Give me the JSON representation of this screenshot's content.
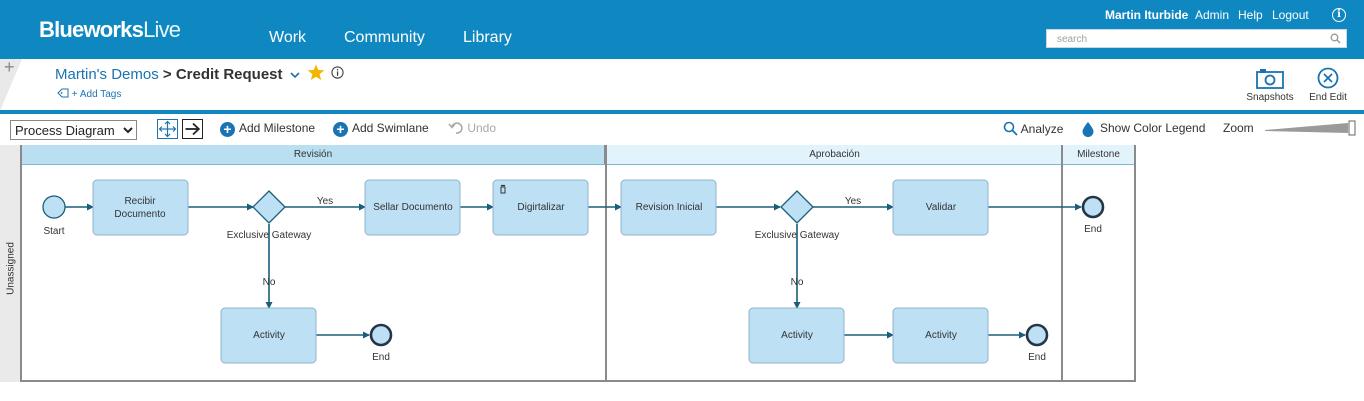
{
  "app": {
    "logo_main": "Blueworks",
    "logo_accent": "Live"
  },
  "nav": {
    "work": "Work",
    "community": "Community",
    "library": "Library"
  },
  "user": {
    "name": "Martin Iturbide",
    "admin": "Admin",
    "help": "Help",
    "logout": "Logout",
    "info_glyph": "i"
  },
  "search": {
    "placeholder": "search"
  },
  "title": {
    "plus_glyph": "+",
    "breadcrumb_parent": "Martin's Demos",
    "separator": ">",
    "process_name": "Credit Request",
    "add_tags": "+ Add Tags"
  },
  "actions": {
    "snapshots": "Snapshots",
    "end_edit": "End Edit"
  },
  "toolbar": {
    "diagram_type": "Process Diagram",
    "add_milestone": "Add Milestone",
    "add_swimlane": "Add Swimlane",
    "undo": "Undo",
    "analyze": "Analyze",
    "color_legend": "Show Color Legend",
    "zoom": "Zoom"
  },
  "colors": {
    "brand_blue": "#0f88c2",
    "link_blue": "#1a73b2",
    "activity_fill": "#bde0f5",
    "flow_line": "#1a5e7a",
    "star_yellow": "#f5b400"
  },
  "diagram": {
    "swimlane": "Unassigned",
    "milestones": [
      "Revisión",
      "Aprobación",
      "Milestone"
    ],
    "start_label": "Start",
    "gateways": [
      {
        "label": "Exclusive Gateway",
        "yes_label": "Yes",
        "no_label": "No"
      },
      {
        "label": "Exclusive Gateway",
        "yes_label": "Yes",
        "no_label": "No"
      }
    ],
    "activities": {
      "recibir_line1": "Recibir",
      "recibir_line2": "Documento",
      "sellar": "Sellar Documento",
      "digitalizar": "Digirtalizar",
      "activity_a": "Activity",
      "revision_inicial": "Revision Inicial",
      "validar": "Validar",
      "activity_b": "Activity",
      "activity_c": "Activity"
    },
    "end_label": "End"
  }
}
